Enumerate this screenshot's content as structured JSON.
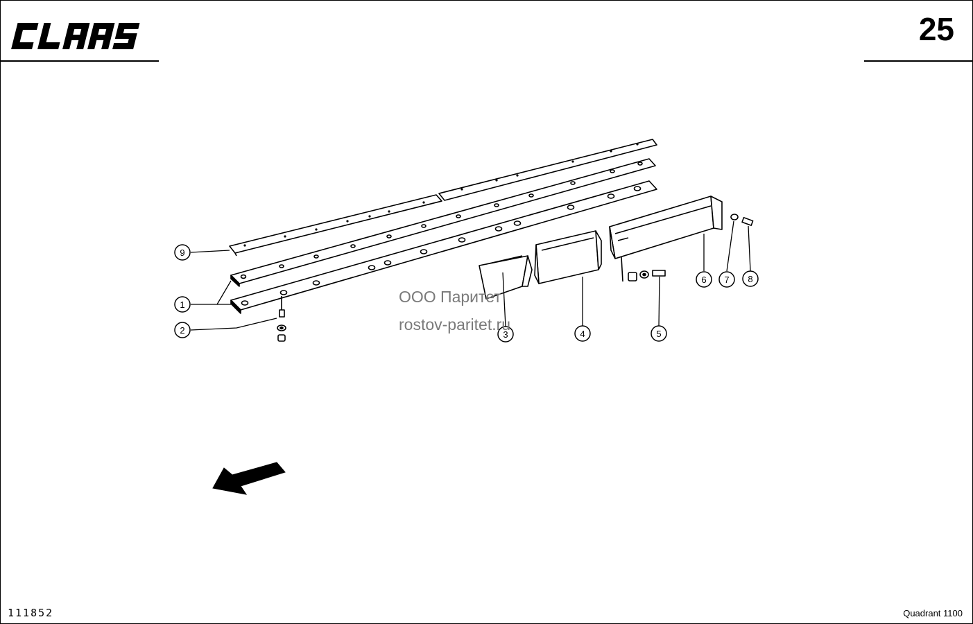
{
  "header": {
    "brand_logo": "CLAAS",
    "page_number": "25"
  },
  "watermark": {
    "company": "ООО Паритет",
    "website": "rostov-paritet.ru"
  },
  "callouts": [
    {
      "number": "1"
    },
    {
      "number": "2"
    },
    {
      "number": "3"
    },
    {
      "number": "4"
    },
    {
      "number": "5"
    },
    {
      "number": "6"
    },
    {
      "number": "7"
    },
    {
      "number": "8"
    },
    {
      "number": "9"
    }
  ],
  "footer": {
    "drawing_id": "111852",
    "model": "Quadrant 1100"
  }
}
